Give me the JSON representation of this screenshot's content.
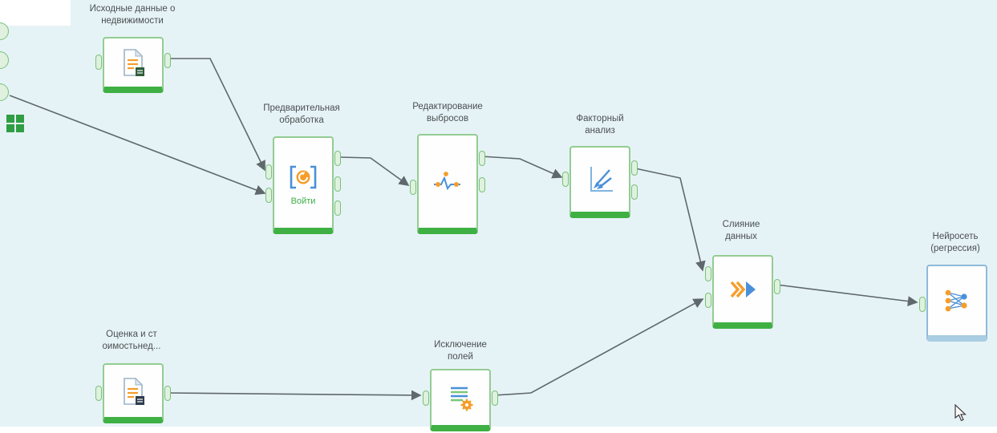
{
  "app": {
    "canvas_bg": "#e6f3f6"
  },
  "nodes": [
    {
      "id": "source",
      "label": "Исходные данные о\nнедвижимости",
      "icon": "document-import-icon"
    },
    {
      "id": "preprocess",
      "label": "Предварительная\nобработка",
      "icon": "preprocess-icon",
      "caption": "Войти"
    },
    {
      "id": "outliers",
      "label": "Редактирование\nвыбросов",
      "icon": "outliers-icon"
    },
    {
      "id": "factor",
      "label": "Факторный\nанализ",
      "icon": "factor-analysis-icon"
    },
    {
      "id": "merge",
      "label": "Слияние\nданных",
      "icon": "merge-icon"
    },
    {
      "id": "neural",
      "label": "Нейросеть\n(регрессия)",
      "icon": "neural-network-icon"
    },
    {
      "id": "estimate",
      "label": "Оценка и ст\nоимостьнед...",
      "icon": "document-import-icon"
    },
    {
      "id": "exclude",
      "label": "Исключение\nполей",
      "icon": "exclude-fields-icon"
    }
  ],
  "connections": [
    {
      "from": "source",
      "to": "preprocess"
    },
    {
      "from": "canvas-left",
      "to": "preprocess"
    },
    {
      "from": "preprocess",
      "to": "outliers"
    },
    {
      "from": "outliers",
      "to": "factor"
    },
    {
      "from": "factor",
      "to": "merge"
    },
    {
      "from": "estimate",
      "to": "exclude"
    },
    {
      "from": "exclude",
      "to": "merge"
    },
    {
      "from": "merge",
      "to": "neural"
    }
  ],
  "colors": {
    "node_border": "#93cc93",
    "node_bar": "#3fb044",
    "node_bar_blue": "#a9cde2",
    "wire": "#5f686c",
    "accent_blue": "#4a90d9",
    "accent_orange": "#f59d2a"
  }
}
